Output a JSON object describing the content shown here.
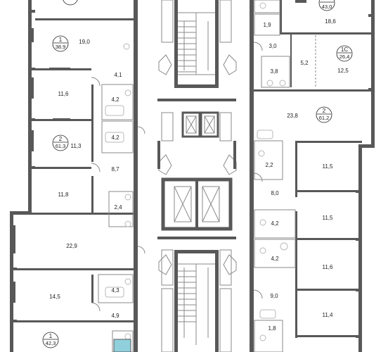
{
  "rooms_left": [
    {
      "id": "l1",
      "area": "19,0"
    },
    {
      "id": "l2",
      "area": "4,1"
    },
    {
      "id": "l3",
      "area": "11,6"
    },
    {
      "id": "l4",
      "area": "4,2"
    },
    {
      "id": "l5",
      "area": "4,2"
    },
    {
      "id": "l6",
      "area": "11,3"
    },
    {
      "id": "l7",
      "area": "8,7"
    },
    {
      "id": "l8",
      "area": "11,8"
    },
    {
      "id": "l9",
      "area": "2,4"
    },
    {
      "id": "l10",
      "area": "22,9"
    },
    {
      "id": "l11",
      "area": "14,5"
    },
    {
      "id": "l12",
      "area": "4,3"
    },
    {
      "id": "l13",
      "area": "4,9"
    }
  ],
  "rooms_right": [
    {
      "id": "r1",
      "area": "1,9"
    },
    {
      "id": "r2",
      "area": "18,6"
    },
    {
      "id": "r3",
      "area": "3,0"
    },
    {
      "id": "r4",
      "area": "3,8"
    },
    {
      "id": "r5",
      "area": "5,2"
    },
    {
      "id": "r6",
      "area": "12,5"
    },
    {
      "id": "r7",
      "area": "23,8"
    },
    {
      "id": "r8",
      "area": "2,2"
    },
    {
      "id": "r9",
      "area": "11,5"
    },
    {
      "id": "r10",
      "area": "8,0"
    },
    {
      "id": "r11",
      "area": "11,5"
    },
    {
      "id": "r12",
      "area": "4,2"
    },
    {
      "id": "r13",
      "area": "4,2"
    },
    {
      "id": "r14",
      "area": "11,6"
    },
    {
      "id": "r15",
      "area": "9,0"
    },
    {
      "id": "r16",
      "area": "11,4"
    },
    {
      "id": "r17",
      "area": "1,8"
    }
  ],
  "apartments": [
    {
      "id": "a1",
      "rooms": "1",
      "total": "38,9"
    },
    {
      "id": "a2",
      "rooms": "2",
      "total": "61,3"
    },
    {
      "id": "a3",
      "rooms": "1",
      "total": "42,3"
    },
    {
      "id": "a4",
      "rooms": "",
      "total": "43,0"
    },
    {
      "id": "a5",
      "rooms": "1С",
      "total": "26,4"
    },
    {
      "id": "a6",
      "rooms": "2",
      "total": "61,2"
    }
  ],
  "colors": {
    "wall": "#585858",
    "thin_line": "#8a8a8a",
    "fixture": "#b8b8b8",
    "highlight": "#8fd0dc"
  }
}
